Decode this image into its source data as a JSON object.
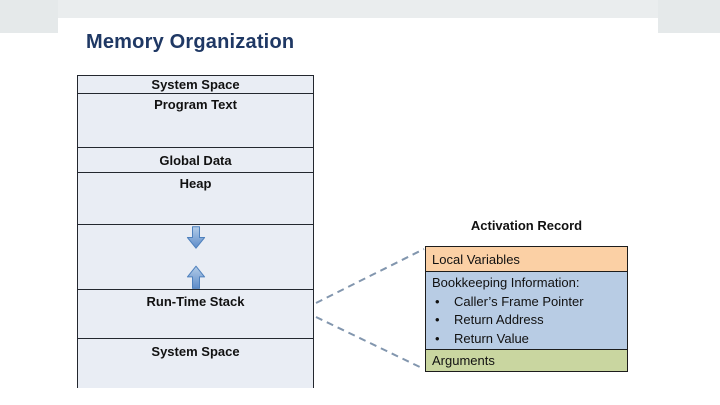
{
  "slide_title": "Memory Organization",
  "memory_diagram": {
    "segments": [
      {
        "label": "System Space"
      },
      {
        "label": "Program Text"
      },
      {
        "label": "Global Data"
      },
      {
        "label": "Heap"
      },
      {
        "label": ""
      },
      {
        "label": "Run-Time Stack"
      },
      {
        "label": "System Space"
      }
    ]
  },
  "activation_record": {
    "title": "Activation Record",
    "local_variables_label": "Local Variables",
    "bookkeeping_heading": "Bookkeeping Information:",
    "bullet_glyph": "•",
    "bullets": [
      "Caller’s Frame Pointer",
      "Return Address",
      "Return Value"
    ],
    "arguments_label": "Arguments"
  },
  "colors": {
    "title_text": "#1F3864",
    "memory_box_fill": "#E9EDF4",
    "box_border": "#23272E",
    "local_variables_fill": "#FBD0A5",
    "bookkeeping_fill": "#B8CCE4",
    "arguments_fill": "#C9D6A0",
    "arrow_blue_light": "#B3CCE8",
    "arrow_blue_dark": "#5E8CC9",
    "arrow_outline": "#4F81BD",
    "dashed_connector": "#8296AE",
    "frame_gray": "#EAEDEE"
  }
}
